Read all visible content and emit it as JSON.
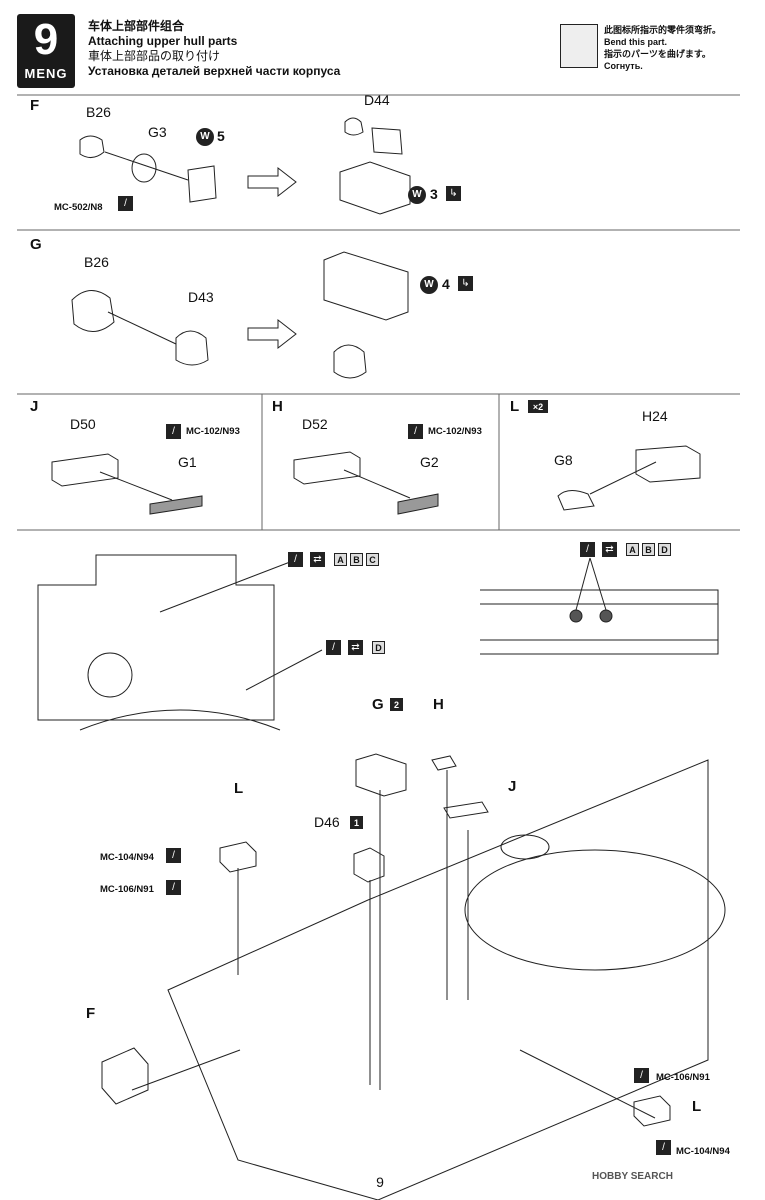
{
  "header": {
    "step_number": "9",
    "brand": "MENG",
    "title_zh": "车体上部部件组合",
    "title_en": "Attaching upper hull parts",
    "title_ja": "車体上部部品の取り付け",
    "title_ru": "Установка деталей верхней части корпуса"
  },
  "bend_note": {
    "zh": "此图标所指示的零件须弯折。",
    "en": "Bend this part.",
    "ja": "指示のパーツを曲げます。",
    "ru": "Согнуть."
  },
  "sections": {
    "F": {
      "label": "F",
      "parts": [
        "B26",
        "G3",
        "D44"
      ],
      "paint": "MC-502/N8",
      "w_steps": [
        "5",
        "3"
      ]
    },
    "G": {
      "label": "G",
      "parts": [
        "B26",
        "D43"
      ],
      "w_steps": [
        "4"
      ]
    },
    "J": {
      "label": "J",
      "parts": [
        "D50",
        "G1"
      ],
      "paint": "MC-102/N93"
    },
    "H": {
      "label": "H",
      "parts": [
        "D52",
        "G2"
      ],
      "paint": "MC-102/N93"
    },
    "L": {
      "label": "L",
      "qty": "×2",
      "parts": [
        "H24",
        "G8"
      ]
    }
  },
  "details": {
    "left_letters": [
      "A",
      "B",
      "C"
    ],
    "left_letter2": "D",
    "right_letters": [
      "A",
      "B",
      "D"
    ]
  },
  "main": {
    "callout_G": "G",
    "callout_G_num": "2",
    "callout_H": "H",
    "callout_J": "J",
    "callout_L_left": "L",
    "callout_L_right": "L",
    "callout_F": "F",
    "part_D46": "D46",
    "part_D46_num": "1",
    "paint_left_1": "MC-104/N94",
    "paint_left_2": "MC-106/N91",
    "paint_right_1": "MC-106/N91",
    "paint_right_2": "MC-104/N94"
  },
  "page_number": "9",
  "watermark": "HOBBY SEARCH"
}
